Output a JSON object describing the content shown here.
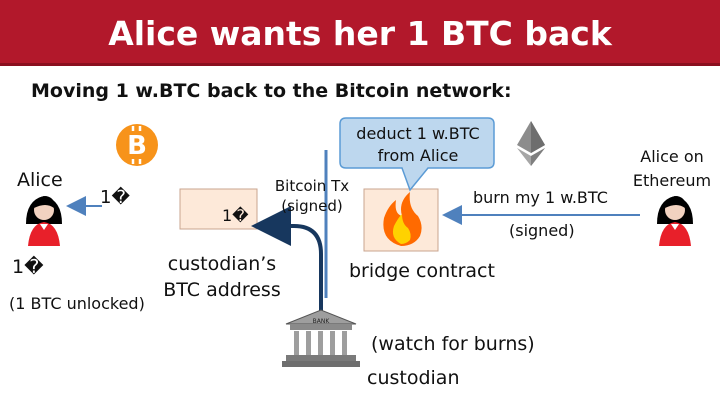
{
  "title": "Alice wants her 1 BTC back",
  "subtitle": "Moving 1 w.BTC back to the Bitcoin network:",
  "labels": {
    "alice_left": "Alice",
    "amount_sent": "1�",
    "alice_balance": "1�",
    "btc_unlocked": "(1 BTC unlocked)",
    "custodian_amount": "1�",
    "custodian_address_line1": "custodian’s",
    "custodian_address_line2": "BTC address",
    "bitcoin_tx_line1": "Bitcoin Tx",
    "bitcoin_tx_line2": "(signed)",
    "callout_line1": "deduct 1 w.BTC",
    "callout_line2": "from Alice",
    "burn_label": "burn my 1 w.BTC",
    "burn_signed": "(signed)",
    "alice_eth_line1": "Alice on",
    "alice_eth_line2": "Ethereum",
    "bridge_contract": "bridge contract",
    "watch_burns": "(watch for burns)",
    "custodian": "custodian",
    "bank_sign": "BANK"
  },
  "colors": {
    "title_bg": "#b2182b",
    "bitcoin_orange": "#f7931a",
    "callout_fill": "#bdd7ee",
    "callout_stroke": "#5b9bd5",
    "arrow_blue": "#4f81bd",
    "arrow_navy": "#17375e",
    "fire": "#ff6a00",
    "box_fill": "#fde9d9",
    "eth_gray": "#8c8c8c"
  },
  "icons": [
    "bitcoin-icon",
    "ethereum-icon",
    "alice-avatar-icon",
    "fire-icon",
    "bank-icon"
  ]
}
